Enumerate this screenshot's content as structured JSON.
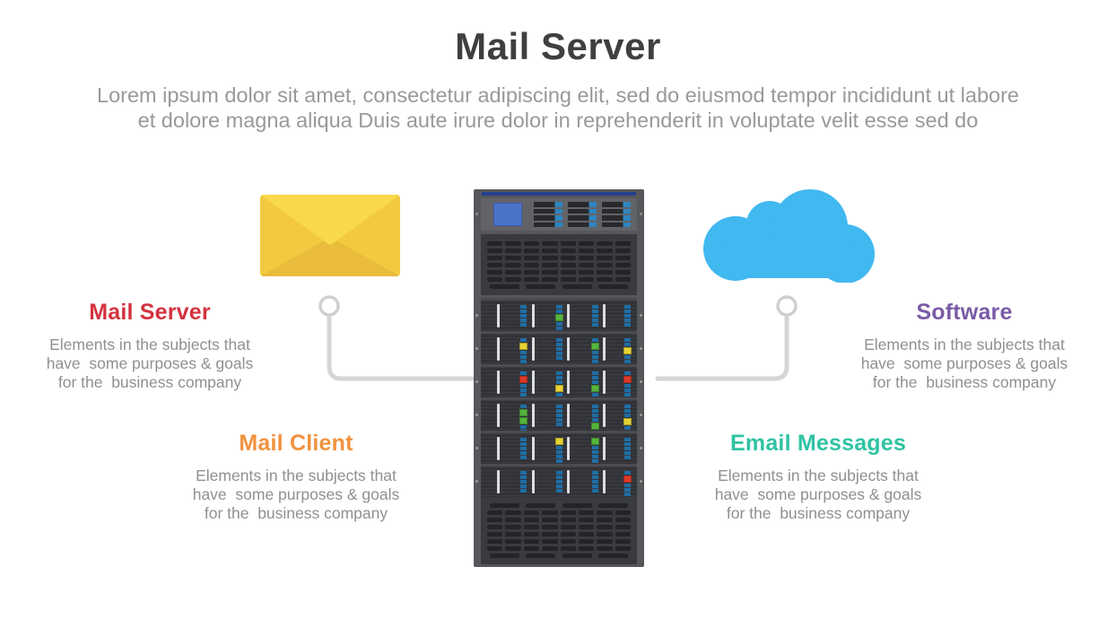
{
  "title": "Mail Server",
  "subtitle": "Lorem ipsum dolor sit amet, consectetur adipiscing elit, sed do eiusmod tempor incididunt ut labore\net dolore magna aliqua Duis aute irure dolor in reprehenderit in voluptate velit esse sed do",
  "items": [
    {
      "id": "mail-server",
      "label": "Mail Server",
      "color": "#d4323f",
      "description": "Elements in the subjects that\nhave  some purposes & goals\nfor the  business company"
    },
    {
      "id": "mail-client",
      "label": "Mail Client",
      "color": "#f0923e",
      "description": "Elements in the subjects that\nhave  some purposes & goals\nfor the  business company"
    },
    {
      "id": "software",
      "label": "Software",
      "color": "#7a5aa6",
      "description": "Elements in the subjects that\nhave  some purposes & goals\nfor the  business company"
    },
    {
      "id": "email-messages",
      "label": "Email Messages",
      "color": "#2fc3a3",
      "description": "Elements in the subjects that\nhave  some purposes & goals\nfor the  business company"
    }
  ],
  "icons": {
    "left": "envelope-icon",
    "center": "server-rack-icon",
    "right": "cloud-icon"
  },
  "colors": {
    "title_text": "#3e3f41",
    "body_text": "#8e9093",
    "subtitle_text": "#97999c",
    "connector_line": "#d6d6d6"
  },
  "illustration": {
    "envelope": {
      "body": "#f2c93f",
      "top_flap": "#f8d94b",
      "bottom_flap": "#e9bc3b"
    },
    "cloud": {
      "fill": "#41b8f0"
    },
    "server": {
      "frame": "#56575b",
      "panel": "#626367",
      "unit_row": "#323338",
      "slot_dark": "#232427",
      "blue_bar": "#4a72c8",
      "navy_line": "#233f8e",
      "display_screen": "#4a74c8",
      "led_blue": "#1f6ea6",
      "white_bar": "#dcdddd",
      "unit_rows": 6,
      "led_columns": 4,
      "leds_per_column": 5,
      "slot_groups": 3,
      "slots_per_group": 4,
      "vent_columns": 8,
      "vent_rows": 6,
      "vent_wide_bars": 4,
      "led_overrides": [
        [
          0,
          1,
          2,
          "#56b43c"
        ],
        [
          1,
          0,
          1,
          "#e5d335"
        ],
        [
          1,
          2,
          1,
          "#56b43c"
        ],
        [
          1,
          3,
          2,
          "#e5d335"
        ],
        [
          2,
          0,
          1,
          "#de3a28"
        ],
        [
          2,
          1,
          3,
          "#e5d335"
        ],
        [
          2,
          2,
          3,
          "#56b43c"
        ],
        [
          2,
          3,
          1,
          "#de3a28"
        ],
        [
          3,
          0,
          1,
          "#56b43c"
        ],
        [
          3,
          0,
          2,
          "#56b43c"
        ],
        [
          3,
          2,
          4,
          "#56b43c"
        ],
        [
          3,
          3,
          3,
          "#e5d335"
        ],
        [
          4,
          1,
          0,
          "#e5d335"
        ],
        [
          4,
          2,
          0,
          "#56b43c"
        ],
        [
          5,
          3,
          1,
          "#de3a28"
        ]
      ]
    }
  }
}
